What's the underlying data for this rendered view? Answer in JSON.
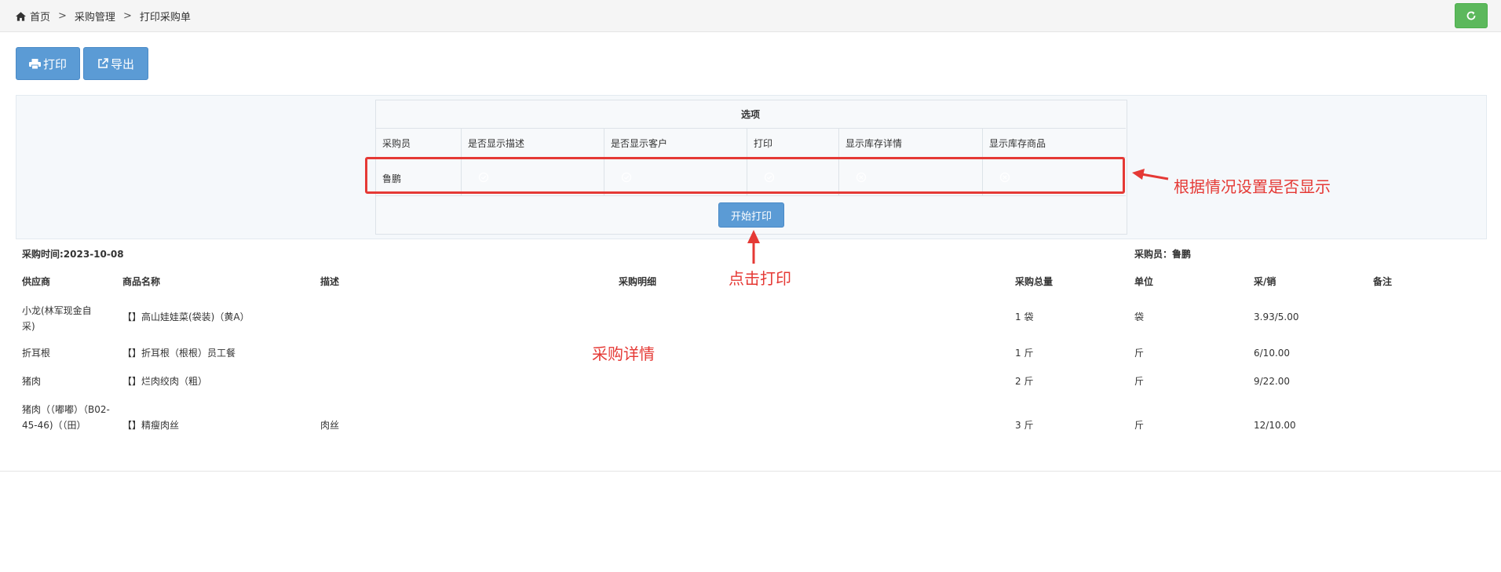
{
  "breadcrumb": {
    "home": "首页",
    "sep": ">",
    "section": "采购管理",
    "page": "打印采购单"
  },
  "toolbar": {
    "print_label": "打印",
    "export_label": "导出"
  },
  "options": {
    "title": "选项",
    "headers": [
      "采购员",
      "是否显示描述",
      "是否显示客户",
      "打印",
      "显示库存详情",
      "显示库存商品"
    ],
    "buyer_name": "鲁鹏",
    "toggles": [
      true,
      true,
      true,
      false,
      false
    ],
    "start_print_label": "开始打印"
  },
  "annotations": {
    "toggle_note": "根据情况设置是否显示",
    "click_note": "点击打印",
    "detail_note": "采购详情"
  },
  "order": {
    "purchase_time_label": "采购时间:2023-10-08",
    "buyer_label": "采购员：鲁鹏",
    "columns": [
      "供应商",
      "商品名称",
      "描述",
      "采购明细",
      "采购总量",
      "单位",
      "采/销",
      "备注"
    ],
    "rows": [
      {
        "supplier": "小龙(林军现金自采)",
        "product": "【】高山娃娃菜(袋装)（黄A）",
        "desc": "",
        "detail": "",
        "qty": "1 袋",
        "unit": "袋",
        "ratio": "3.93/5.00",
        "note": ""
      },
      {
        "supplier": "折耳根",
        "product": "【】折耳根（根根）员工餐",
        "desc": "",
        "detail": "",
        "qty": "1 斤",
        "unit": "斤",
        "ratio": "6/10.00",
        "note": ""
      },
      {
        "supplier": "猪肉",
        "product": "【】烂肉绞肉（粗）",
        "desc": "",
        "detail": "",
        "qty": "2 斤",
        "unit": "斤",
        "ratio": "9/22.00",
        "note": ""
      },
      {
        "supplier": "猪肉（（嘟嘟）（B02-45-46)（（田）",
        "product": "【】精瘦肉丝",
        "desc": "肉丝",
        "detail": "",
        "qty": "3 斤",
        "unit": "斤",
        "ratio": "12/10.00",
        "note": ""
      }
    ]
  },
  "colors": {
    "primary": "#5b9bd5",
    "success": "#5cb85c",
    "danger": "#d9534f",
    "annotation": "#e53935"
  }
}
